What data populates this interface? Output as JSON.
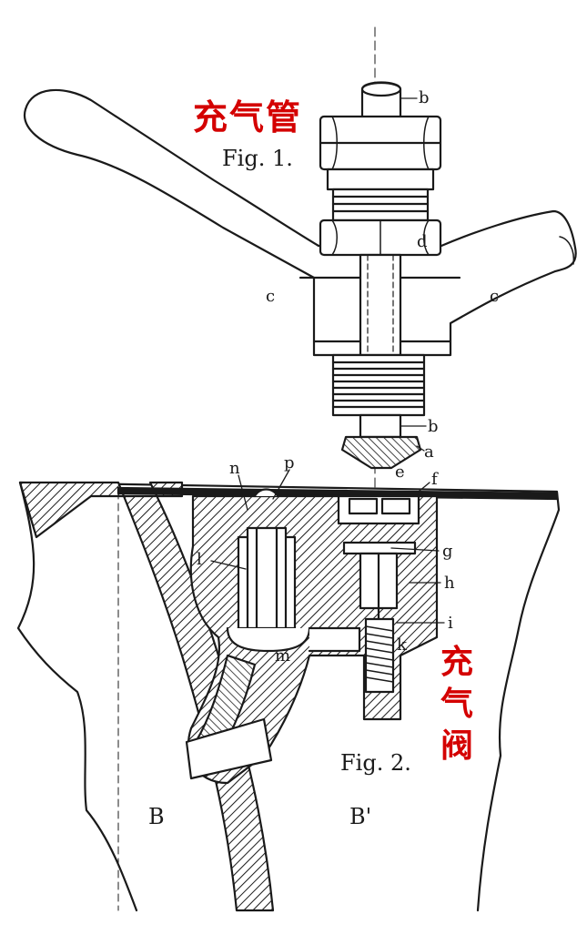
{
  "labels": {
    "fill_tube_cn": "充气管",
    "fill_valve_cn_1": "充",
    "fill_valve_cn_2": "气",
    "fill_valve_cn_3": "阀"
  },
  "figures": {
    "fig1": "Fig. 1.",
    "fig2": "Fig. 2."
  },
  "letters": {
    "a": "a",
    "b": "b",
    "c": "c",
    "d": "d",
    "e": "e",
    "f": "f",
    "g": "g",
    "h": "h",
    "i": "i",
    "k": "k",
    "l": "l",
    "m": "m",
    "n": "n",
    "p": "p",
    "B": "B",
    "B_prime": "B'"
  },
  "colors": {
    "ink": "#1a1a1a",
    "annotation": "#d40000",
    "paper": "#ffffff"
  }
}
